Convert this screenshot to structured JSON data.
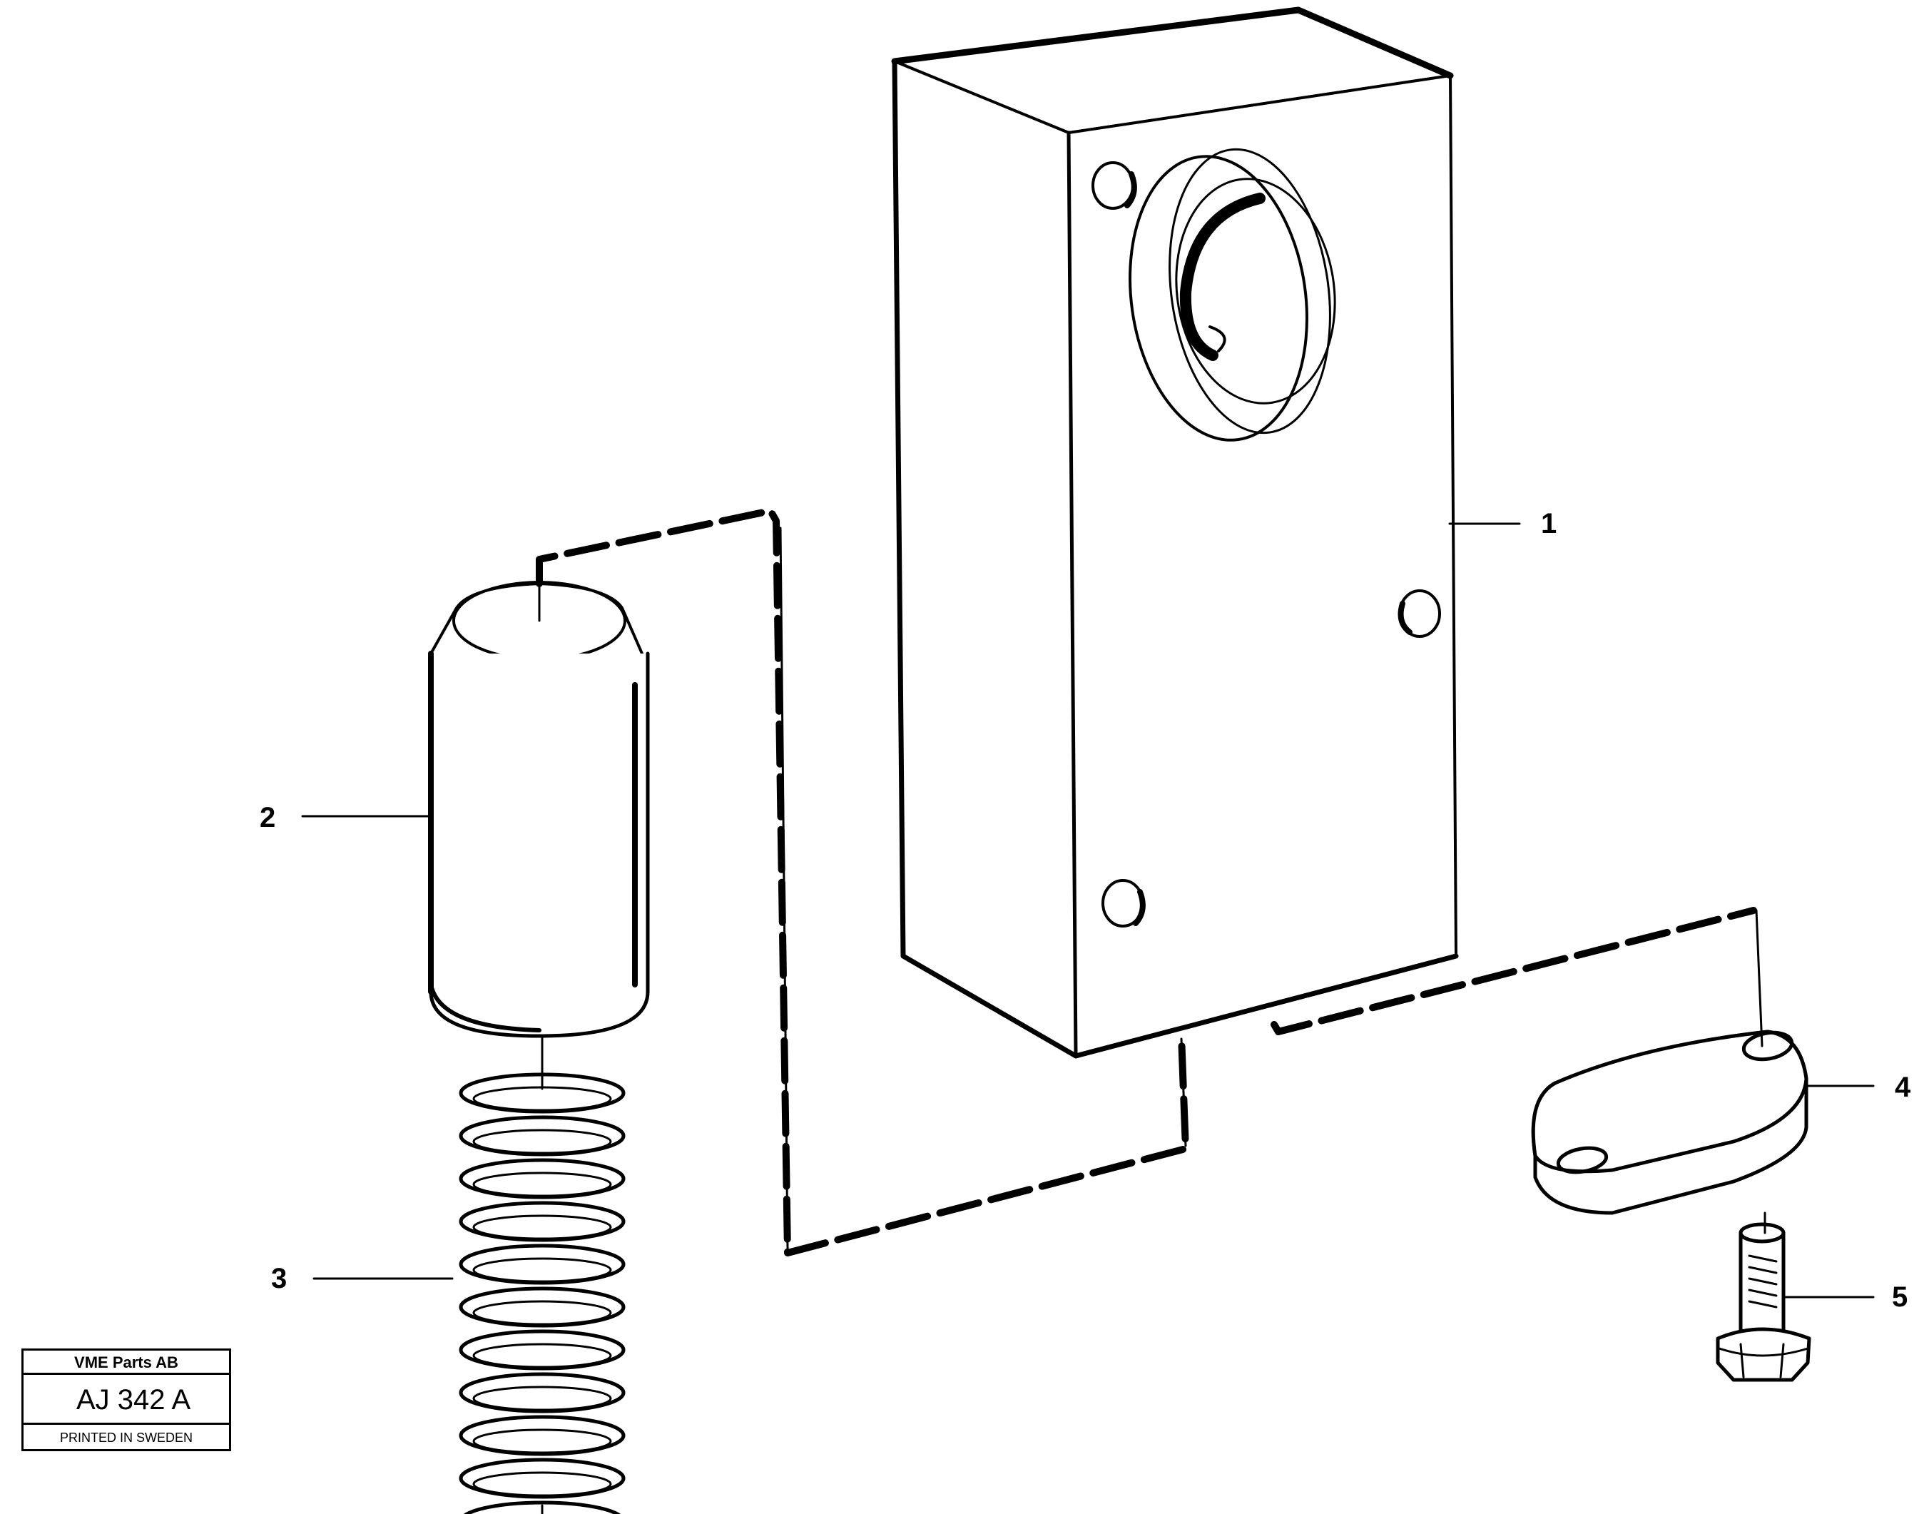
{
  "callouts": {
    "c1": "1",
    "c2": "2",
    "c3": "3",
    "c4": "4",
    "c5": "5"
  },
  "stamp": {
    "company": "VME Parts AB",
    "code": "AJ 342 A",
    "printed": "PRINTED IN SWEDEN"
  },
  "parts": [
    "valve-block",
    "piston",
    "spring",
    "cover-plate",
    "flange-screw"
  ]
}
